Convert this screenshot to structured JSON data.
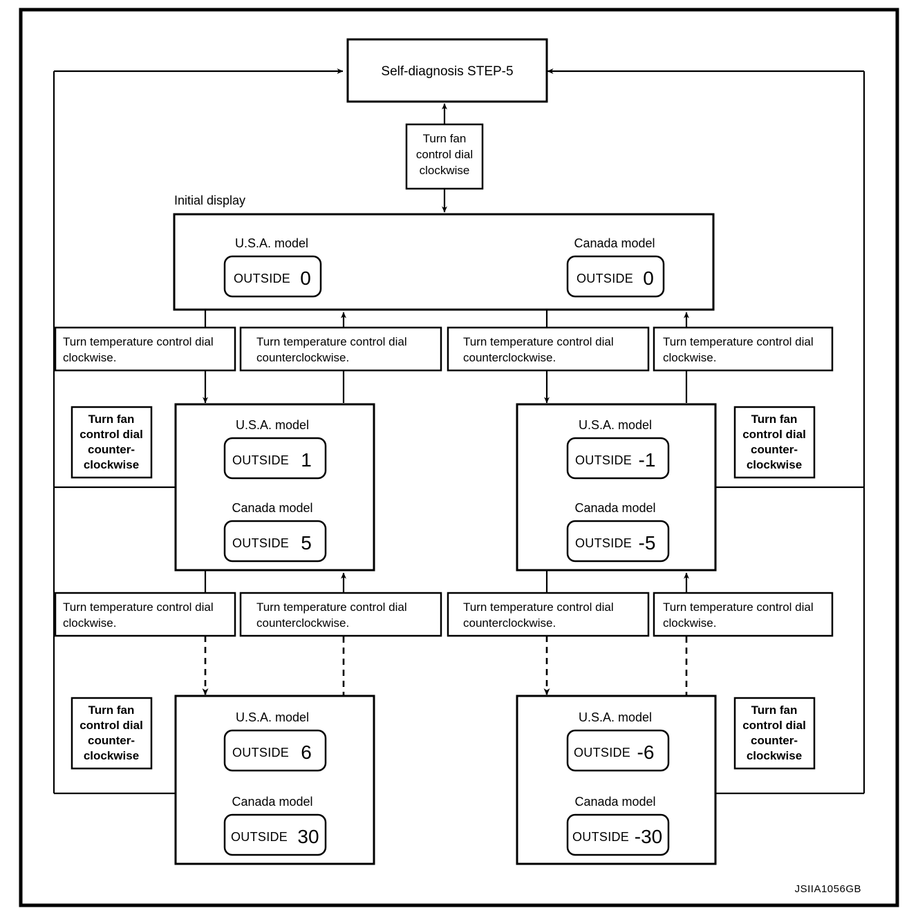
{
  "figure": {
    "code": "JSIIA1056GB",
    "initial_display_label": "Initial display"
  },
  "nodes": {
    "self_diagnosis": "Self-diagnosis STEP-5",
    "fan_clockwise": "Turn fan control dial clockwise",
    "fan_counter_cw": "Turn fan control dial counter-clockwise",
    "temp_cw": "Turn temperature control dial clockwise.",
    "temp_ccw": "Turn temperature control dial counterclockwise."
  },
  "labels": {
    "usa_model": "U.S.A. model",
    "canada_model": "Canada model",
    "outside": "OUTSIDE"
  },
  "displays": {
    "initial": {
      "usa": "0",
      "canada": "0"
    },
    "row2_left": {
      "usa": "1",
      "canada": "5"
    },
    "row2_right": {
      "usa": "-1",
      "canada": "-5"
    },
    "row3_left": {
      "usa": "6",
      "canada": "30"
    },
    "row3_right": {
      "usa": "-6",
      "canada": "-30"
    }
  },
  "operations": {
    "row1": [
      "Turn temperature control dial clockwise.",
      "Turn temperature control dial counterclockwise.",
      "Turn temperature control dial counterclockwise.",
      "Turn temperature control dial clockwise."
    ],
    "row2": [
      "Turn temperature control dial clockwise.",
      "Turn temperature control dial counterclockwise.",
      "Turn temperature control dial counterclockwise.",
      "Turn temperature control dial clockwise."
    ]
  },
  "colors": {
    "ink": "#000000",
    "paper": "#ffffff"
  }
}
